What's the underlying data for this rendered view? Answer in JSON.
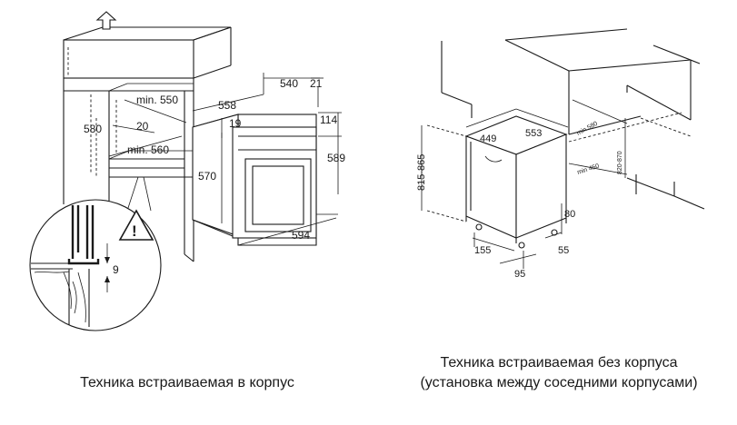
{
  "left_figure": {
    "dimensions": {
      "cabinet_depth_min": "min. 550",
      "cabinet_height": "580",
      "vent_gap": "20",
      "cabinet_width_min": "min. 560",
      "oven_width_front": "558",
      "oven_depth": "540",
      "oven_front_thickness": "21",
      "control_offset": "19",
      "oven_height_front": "570",
      "panel_height": "114",
      "oven_total_height": "589",
      "oven_total_width": "594",
      "detail_gap": "9"
    },
    "warning_symbol": "!",
    "caption": "Техника встраиваемая в корпус"
  },
  "right_figure": {
    "dimensions": {
      "appliance_width": "449",
      "appliance_depth": "553",
      "niche_depth_min": "min 580",
      "height_range": "815-865",
      "plinth_height_range": "820-870",
      "niche_width_min": "min 450",
      "plinth_height": "80",
      "foot_offset": "155",
      "foot_depth": "55",
      "foot_inset": "95"
    },
    "caption_line1": "Техника встраиваемая без корпуса",
    "caption_line2": "(установка между соседними корпусами)"
  }
}
